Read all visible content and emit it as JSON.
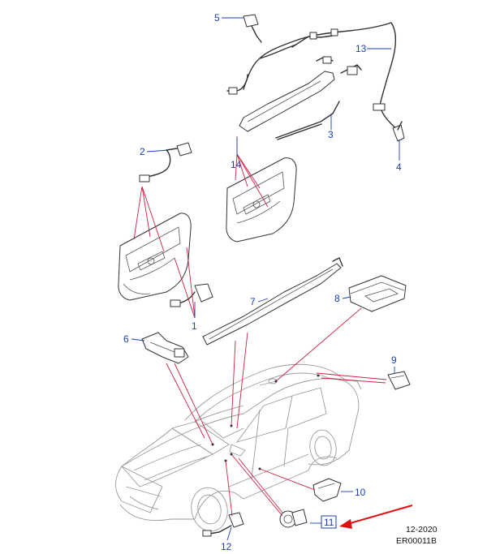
{
  "callouts": {
    "c1": "1",
    "c2": "2",
    "c3": "3",
    "c4": "4",
    "c5": "5",
    "c6": "6",
    "c7": "7",
    "c8": "8",
    "c9": "9",
    "c10": "10",
    "c11": "11",
    "c12": "12",
    "c13": "13",
    "c14": "14"
  },
  "footer": {
    "date": "12-2020",
    "code": "ER00011B"
  },
  "colors": {
    "callout_text": "#1a3fb0",
    "leader_line": "#cc2244",
    "highlight_arrow": "#dd1111",
    "line_art": "#333333"
  }
}
